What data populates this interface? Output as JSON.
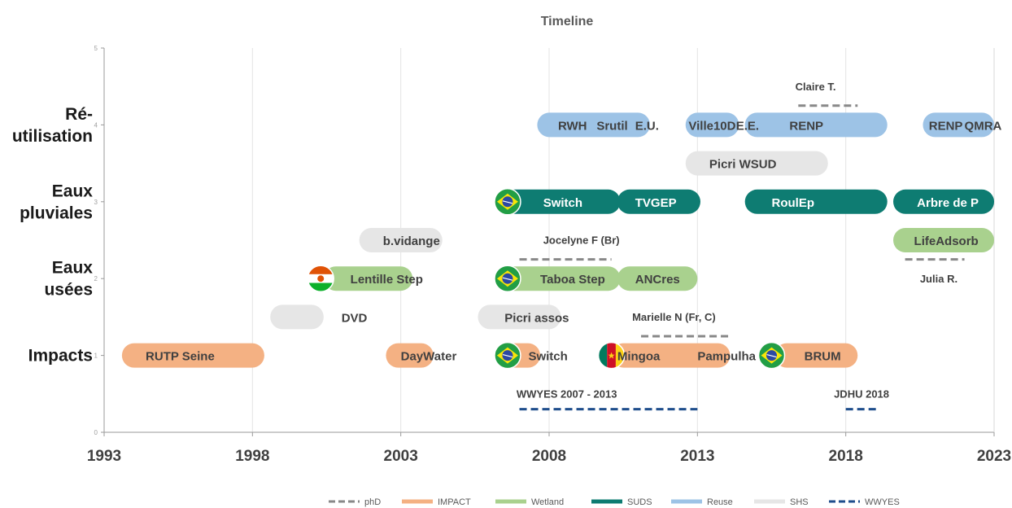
{
  "chart_data": {
    "type": "timeline",
    "title": "Timeline",
    "x_ticks": [
      "1993",
      "1998",
      "2003",
      "2008",
      "2013",
      "2018",
      "2023"
    ],
    "xlim": [
      1993,
      2023
    ],
    "y_ticks": [
      "0",
      "1",
      "2",
      "3",
      "4",
      "5"
    ],
    "ylim": [
      0,
      5
    ],
    "grid": "vertical",
    "categories": [
      {
        "label_lines": [
          "Ré-",
          "utilisation"
        ],
        "y": 4
      },
      {
        "label_lines": [
          "Eaux",
          "pluviales"
        ],
        "y": 3
      },
      {
        "label_lines": [
          "Eaux",
          "usées"
        ],
        "y": 2
      },
      {
        "label_lines": [
          "Impacts"
        ],
        "y": 1
      }
    ],
    "colors": {
      "phD": "#888888",
      "IMPACT": "#f4b183",
      "Wetland": "#a9d18e",
      "SUDS": "#0e7c72",
      "Reuse": "#9dc3e6",
      "SHS": "#e6e6e6",
      "WWYES": "#1f4e8c"
    },
    "bars": [
      {
        "series": "IMPACT",
        "start": 1993.6,
        "end": 1998.4,
        "y": 1,
        "label": "RUTP Seine",
        "label_x": 1994.4
      },
      {
        "series": "IMPACT",
        "start": 2002.5,
        "end": 2004.1,
        "y": 1,
        "label": "DayWater",
        "label_x": 2003.0
      },
      {
        "series": "IMPACT",
        "start": 2006.4,
        "end": 2007.7,
        "y": 1,
        "label": "Switch",
        "label_x": 2007.3
      },
      {
        "series": "IMPACT",
        "start": 2010.1,
        "end": 2014.1,
        "y": 1,
        "label": "Mingoa",
        "label_x": 2010.3
      },
      {
        "series": "IMPACT",
        "label": "Pampulha",
        "start": null,
        "end": null,
        "y": 1,
        "label_x": 2013.0
      },
      {
        "series": "IMPACT",
        "start": 2015.6,
        "end": 2018.4,
        "y": 1,
        "label": "BRUM",
        "label_x": 2016.6
      },
      {
        "series": "SHS",
        "start": 1998.6,
        "end": 2000.4,
        "y": 1.5,
        "label": "DVD",
        "label_x": 2001.0
      },
      {
        "series": "SHS",
        "start": 2005.6,
        "end": 2008.4,
        "y": 1.5,
        "label": "Picri assos",
        "label_x": 2006.5
      },
      {
        "series": "Wetland",
        "start": 2000.4,
        "end": 2003.4,
        "y": 2,
        "label": "Lentille Step",
        "label_x": 2001.3
      },
      {
        "series": "Wetland",
        "start": 2006.4,
        "end": 2010.4,
        "y": 2,
        "label": "Taboa Step",
        "label_x": 2007.7
      },
      {
        "series": "Wetland",
        "start": 2010.3,
        "end": 2013.0,
        "y": 2,
        "label": "ANCres",
        "label_x": 2010.9
      },
      {
        "series": "Wetland",
        "start": 2019.6,
        "end": 2023.0,
        "y": 2.5,
        "label": "LifeAdsorb",
        "label_x": 2020.3
      },
      {
        "series": "SHS",
        "start": 2001.6,
        "end": 2004.4,
        "y": 2.5,
        "label": "b.vidange",
        "label_x": 2002.4
      },
      {
        "series": "SUDS",
        "start": 2006.4,
        "end": 2010.4,
        "y": 3,
        "label": "Switch",
        "label_x": 2007.8
      },
      {
        "series": "SUDS",
        "start": 2010.3,
        "end": 2013.1,
        "y": 3,
        "label": "TVGEP",
        "label_x": 2010.9
      },
      {
        "series": "SUDS",
        "start": 2014.6,
        "end": 2019.4,
        "y": 3,
        "label": "RoulEp",
        "label_x": 2015.5
      },
      {
        "series": "SUDS",
        "start": 2019.6,
        "end": 2023.0,
        "y": 3,
        "label": "Arbre de P",
        "label_x": 2020.4
      },
      {
        "series": "SHS",
        "start": 2012.6,
        "end": 2017.4,
        "y": 3.5,
        "label": "Picri WSUD",
        "label_x": 2013.4
      },
      {
        "series": "Reuse",
        "start": 2007.6,
        "end": 2011.4,
        "y": 4,
        "label": "RWH",
        "label_x": 2008.3
      },
      {
        "series": "Reuse",
        "label": "Srutil",
        "start": null,
        "end": null,
        "y": 4,
        "label_x": 2009.6
      },
      {
        "series": "Reuse",
        "label": "E.U.",
        "start": null,
        "end": null,
        "y": 4,
        "label_x": 2010.9
      },
      {
        "series": "Reuse",
        "start": 2012.6,
        "end": 2014.4,
        "y": 4,
        "label": "Ville10D",
        "label_x": 2012.7
      },
      {
        "series": "Reuse",
        "label": "E.E.",
        "start": null,
        "end": null,
        "y": 4,
        "label_x": 2014.3
      },
      {
        "series": "Reuse",
        "start": 2014.6,
        "end": 2019.4,
        "y": 4,
        "label": "RENP",
        "label_x": 2016.1
      },
      {
        "series": "Reuse",
        "start": 2020.6,
        "end": 2023.0,
        "y": 4,
        "label": "RENP",
        "label_x": 2020.8
      },
      {
        "series": "Reuse",
        "label": "QMRA",
        "start": null,
        "end": null,
        "y": 4,
        "label_x": 2022.0
      }
    ],
    "dashed_lines": [
      {
        "series": "phD",
        "start": 2016.4,
        "end": 2018.4,
        "y": 4.25,
        "label": "Claire T.",
        "label_x": 2016.3,
        "label_y": 4.45
      },
      {
        "series": "phD",
        "start": 2007.0,
        "end": 2010.1,
        "y": 2.25,
        "label": "Jocelyne F (Br)",
        "label_x": 2007.8,
        "label_y": 2.45
      },
      {
        "series": "phD",
        "start": 2020.0,
        "end": 2022.0,
        "y": 2.25,
        "label": "Julia R.",
        "label_x": 2020.5,
        "label_y": 1.95
      },
      {
        "series": "phD",
        "start": 2011.1,
        "end": 2014.1,
        "y": 1.25,
        "label": "Marielle N (Fr, C)",
        "label_x": 2010.8,
        "label_y": 1.45
      },
      {
        "series": "WWYES",
        "start": 2007.0,
        "end": 2013.0,
        "y": 0.3,
        "label": "WWYES 2007 - 2013",
        "label_x": 2006.9,
        "label_y": 0.45
      },
      {
        "series": "WWYES",
        "start": 2018.0,
        "end": 2019.1,
        "y": 0.3,
        "label": "JDHU 2018",
        "label_x": 2017.6,
        "label_y": 0.45
      }
    ],
    "flags": [
      {
        "country": "Niger",
        "x": 2000.3,
        "y": 2
      },
      {
        "country": "Brazil",
        "x": 2006.6,
        "y": 2
      },
      {
        "country": "Brazil",
        "x": 2006.6,
        "y": 3
      },
      {
        "country": "Brazil",
        "x": 2006.6,
        "y": 1
      },
      {
        "country": "Cameroon",
        "x": 2010.1,
        "y": 1
      },
      {
        "country": "Brazil",
        "x": 2015.5,
        "y": 1
      }
    ],
    "legend": [
      {
        "name": "phD",
        "style": "dashed"
      },
      {
        "name": "IMPACT",
        "style": "solid"
      },
      {
        "name": "Wetland",
        "style": "solid"
      },
      {
        "name": "SUDS",
        "style": "solid"
      },
      {
        "name": "Reuse",
        "style": "solid"
      },
      {
        "name": "SHS",
        "style": "solid"
      },
      {
        "name": "WWYES",
        "style": "dashed"
      }
    ],
    "legend_position": "bottom"
  }
}
